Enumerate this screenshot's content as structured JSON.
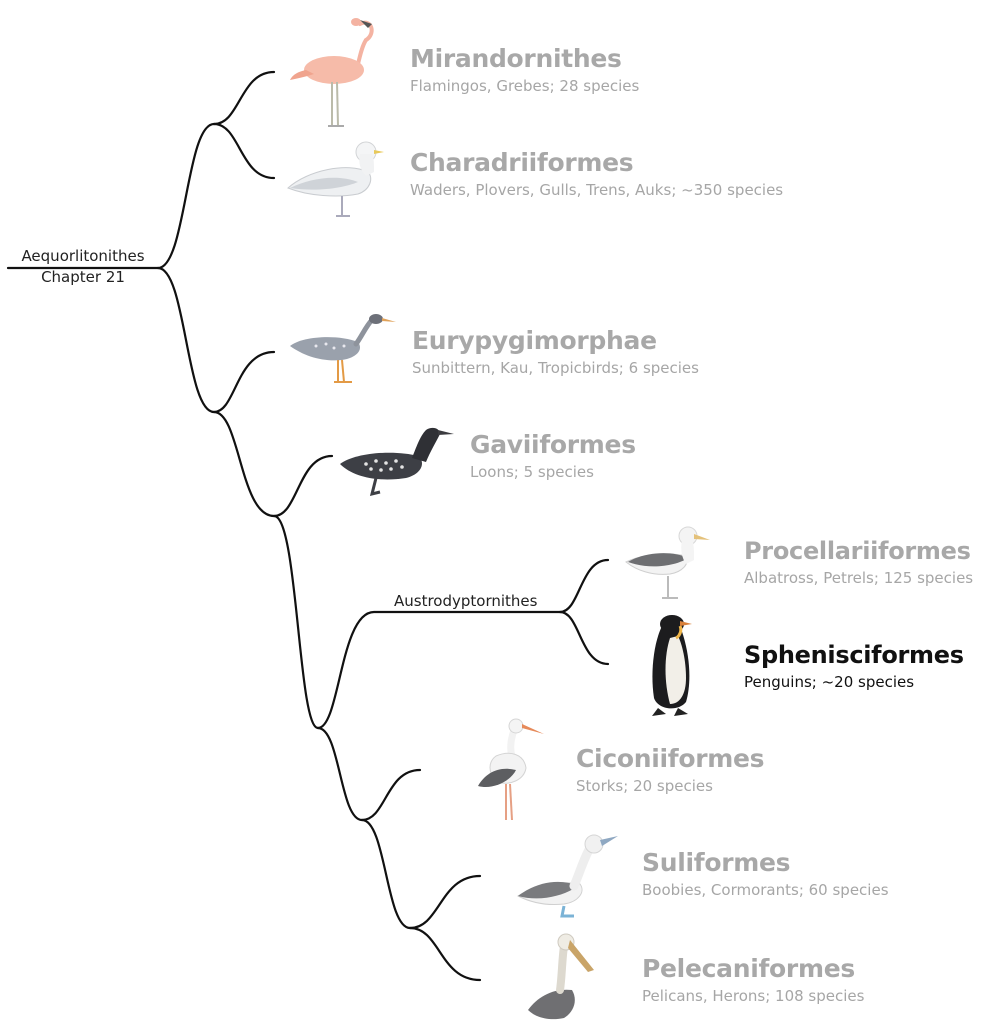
{
  "root": {
    "name": "Aequorlitonithes",
    "chapter": "Chapter 21"
  },
  "clade": {
    "name": "Austrodyptornithes"
  },
  "taxa": {
    "mirandornithes": {
      "name": "Mirandornithes",
      "desc": "Flamingos, Grebes; 28 species"
    },
    "charadriiformes": {
      "name": "Charadriiformes",
      "desc": "Waders, Plovers, Gulls, Trens, Auks;  ~350 species"
    },
    "eurypygimorphae": {
      "name": "Eurypygimorphae",
      "desc": "Sunbittern, Kau, Tropicbirds; 6 species"
    },
    "gaviiformes": {
      "name": "Gaviiformes",
      "desc": "Loons; 5 species"
    },
    "procellariiformes": {
      "name": "Procellariiformes",
      "desc": "Albatross, Petrels; 125 species"
    },
    "sphenisciformes": {
      "name": "Sphenisciformes",
      "desc": "Penguins; ~20 species"
    },
    "ciconiiformes": {
      "name": "Ciconiiformes",
      "desc": "Storks; 20 species"
    },
    "suliformes": {
      "name": "Suliformes",
      "desc": "Boobies, Cormorants; 60 species"
    },
    "pelecaniformes": {
      "name": "Pelecaniformes",
      "desc": "Pelicans, Herons; 108 species"
    }
  },
  "highlighted": "sphenisciformes",
  "colors": {
    "dim_text": "#a8a8a8",
    "highlight_text": "#111111",
    "branch": "#111111"
  },
  "icons": [
    "flamingo-icon",
    "gull-icon",
    "sunbittern-icon",
    "loon-icon",
    "albatross-icon",
    "penguin-icon",
    "stork-icon",
    "booby-icon",
    "pelican-icon"
  ]
}
